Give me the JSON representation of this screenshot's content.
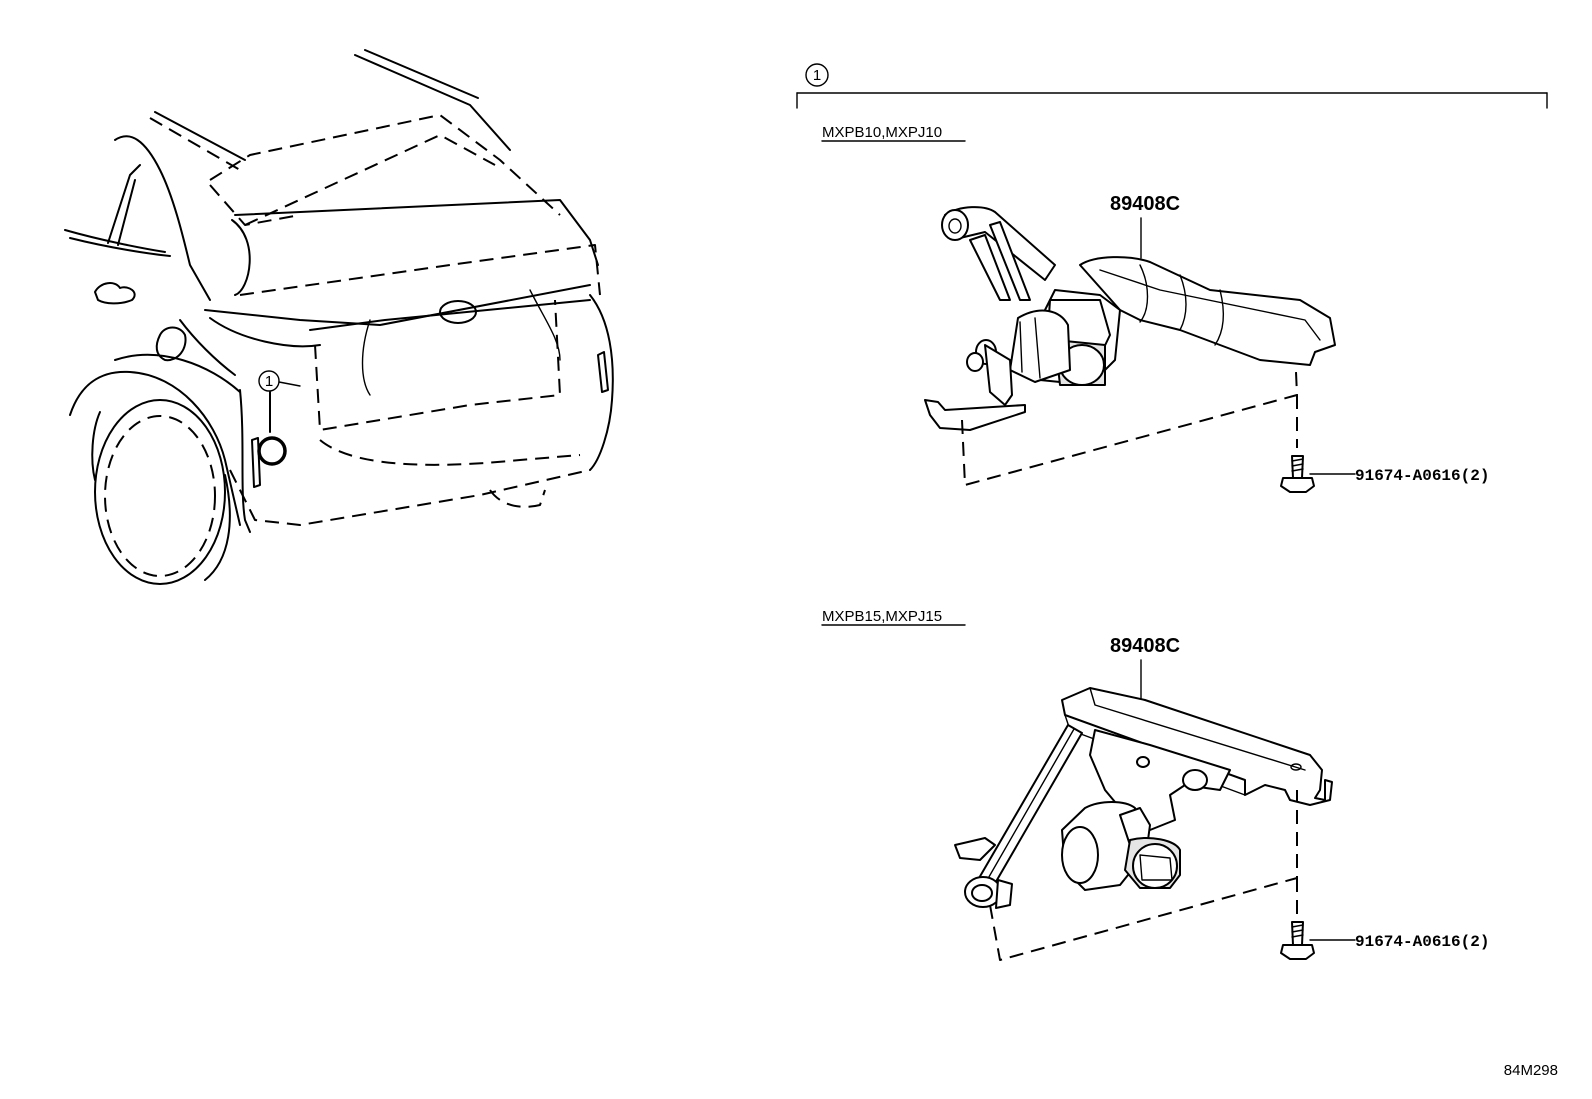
{
  "callouts": {
    "index_marker": "1"
  },
  "groups": [
    {
      "condition": "MXPB10,MXPJ10",
      "part_label": "89408C",
      "bolt_label": "91674-A0616(2)"
    },
    {
      "condition": "MXPB15,MXPJ15",
      "part_label": "89408C",
      "bolt_label": "91674-A0616(2)"
    }
  ],
  "illustration_code": "84M298"
}
